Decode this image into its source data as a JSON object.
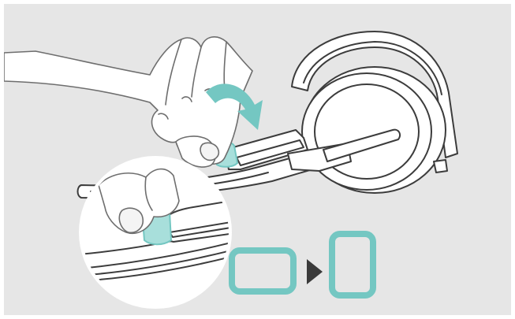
{
  "illustration": {
    "colors": {
      "background": "#e6e6e6",
      "outline": "#3c3c3c",
      "skin": "#ffffff",
      "accent": "#74c7c2",
      "arrow": "#3a3a3a"
    },
    "icons": [
      "hand",
      "headset",
      "rotate-arrow",
      "detail-zoom-circle",
      "landscape-orientation",
      "play-arrow",
      "portrait-orientation"
    ]
  }
}
